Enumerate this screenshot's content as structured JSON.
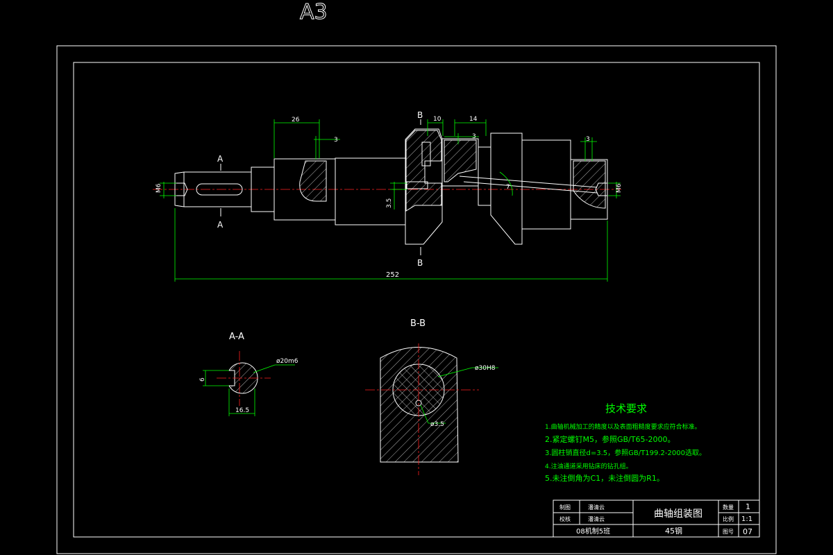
{
  "sheet": {
    "size_label": "A3"
  },
  "main_view": {
    "dims": {
      "d26": "26",
      "d3a": "3",
      "d10": "10",
      "d14": "14",
      "d3b": "3",
      "d3c": "3",
      "m6_left": "M6",
      "m6_right": "M6",
      "d3_5": "3.5",
      "d7": "7",
      "d252": "252"
    },
    "section_marks": {
      "a_top": "A",
      "a_bottom": "A",
      "b_top": "B",
      "b_bottom": "B"
    }
  },
  "section_aa": {
    "title": "A-A",
    "dia": "ø20m6",
    "key_width": "6",
    "depth": "16.5"
  },
  "section_bb": {
    "title": "B-B",
    "dia_outer": "ø30H8",
    "dia_hole": "ø3.5"
  },
  "tech_req": {
    "title": "技术要求",
    "items": [
      "1.曲轴机械加工的精度以及表面粗糙度要求应符合标准。",
      "2.紧定螺钉M5，参照GB/T65-2000。",
      "3.圆柱销直径d=3.5，参照GB/T199.2-2000选取。",
      "4.注油通道采用钻床的钻孔组。",
      "5.未注倒角为C1，未注倒圆为R1。"
    ]
  },
  "title_block": {
    "drawn_label": "制图",
    "drawn_name": "潘清云",
    "checked_label": "校核",
    "checked_name": "潘清云",
    "class_label": "08机制5班",
    "drawing_title": "曲轴组装图",
    "material": "45钢",
    "qty_label": "数量",
    "qty_value": "1",
    "scale_label": "比例",
    "scale_value": "1:1",
    "drawing_no_label": "图号",
    "drawing_no_value": "07"
  }
}
